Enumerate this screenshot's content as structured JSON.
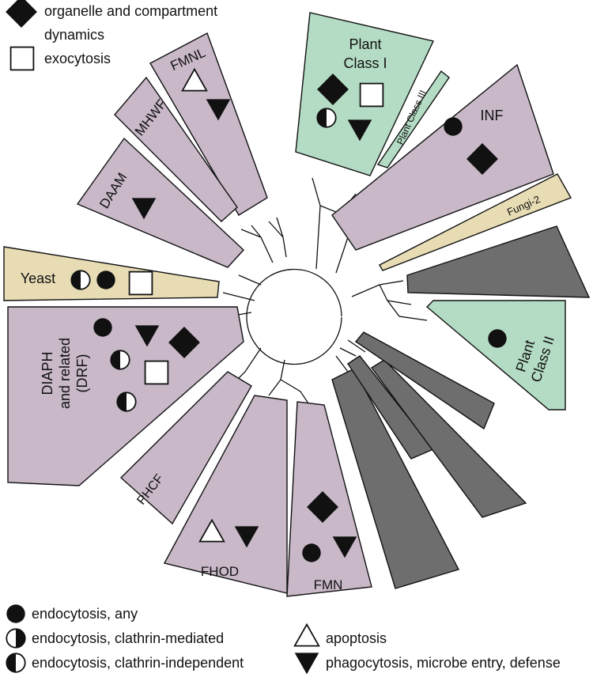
{
  "colors": {
    "animal": "#c8b8c8",
    "plant": "#b4dcc4",
    "fungi": "#e8dcb4",
    "unlabeled": "#6e6e6e",
    "outline": "#111111"
  },
  "legend": {
    "organelle": "organelle and compartment",
    "organelle_line2": "dynamics",
    "exocytosis": "exocytosis",
    "endo_any": "endocytosis, any",
    "endo_cm": "endocytosis, clathrin-mediated",
    "endo_ci": "endocytosis, clathrin-independent",
    "apoptosis": "apoptosis",
    "phago": "phagocytosis, microbe entry, defense"
  },
  "clades": {
    "fmnl": "FMNL",
    "mhwf": "MHWF",
    "daam": "DAAM",
    "yeast": "Yeast",
    "drf_1": "DIAPH",
    "drf_2": "and related",
    "drf_3": "(DRF)",
    "phcf": "PHCF",
    "fhod": "FHOD",
    "fmn": "FMN",
    "plant1_1": "Plant",
    "plant1_2": "Class I",
    "plant3": "Plant Class III",
    "inf": "INF",
    "fungi2": "Fungi-2",
    "plant2_1": "Plant",
    "plant2_2": "Class II"
  },
  "icons": [
    "filled-diamond-icon",
    "open-square-icon",
    "filled-circle-icon",
    "half-circle-left-filled-icon",
    "half-circle-right-filled-icon",
    "open-triangle-up-icon",
    "filled-triangle-down-icon"
  ]
}
